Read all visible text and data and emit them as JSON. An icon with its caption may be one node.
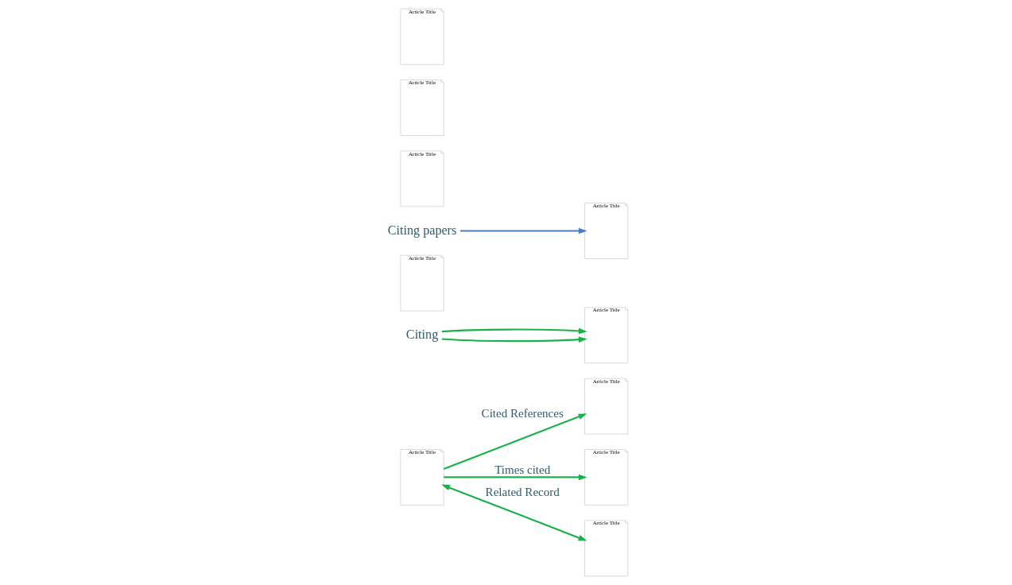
{
  "diagram": {
    "nodes": [
      {
        "text": [
          "Article Title"
        ]
      },
      {
        "text": [
          "Article Title"
        ]
      },
      {
        "text": [
          "Article Title"
        ]
      },
      {
        "text": [
          "Article Title"
        ]
      },
      {
        "text": [
          "Article Title"
        ]
      },
      {
        "text": [
          "Article Title"
        ]
      },
      {
        "text": [
          "Article Title"
        ]
      },
      {
        "text": [
          "Article Title"
        ]
      },
      {
        "text": [
          "Article Title"
        ]
      },
      {
        "text": [
          "Article Title"
        ]
      },
      {
        "text": [
          "Citing"
        ]
      },
      {
        "text": [
          "Citing papers"
        ]
      }
    ],
    "edges": [
      {
        "from": 0,
        "to": 1,
        "arrow": "to",
        "label": "Cited References"
      },
      {
        "from": 0,
        "to": 4,
        "arrow": "to",
        "label": "Times cited"
      },
      {
        "from": 0,
        "to": 7,
        "arrow": "both",
        "label": "Related Record"
      },
      {
        "from": 10,
        "to": 2,
        "arrow": "to"
      },
      {
        "from": 10,
        "to": 2,
        "arrow": "to"
      },
      {
        "from": 11,
        "to": 5,
        "arrow": "to",
        "color": "#4a7ebb"
      }
    ]
  }
}
